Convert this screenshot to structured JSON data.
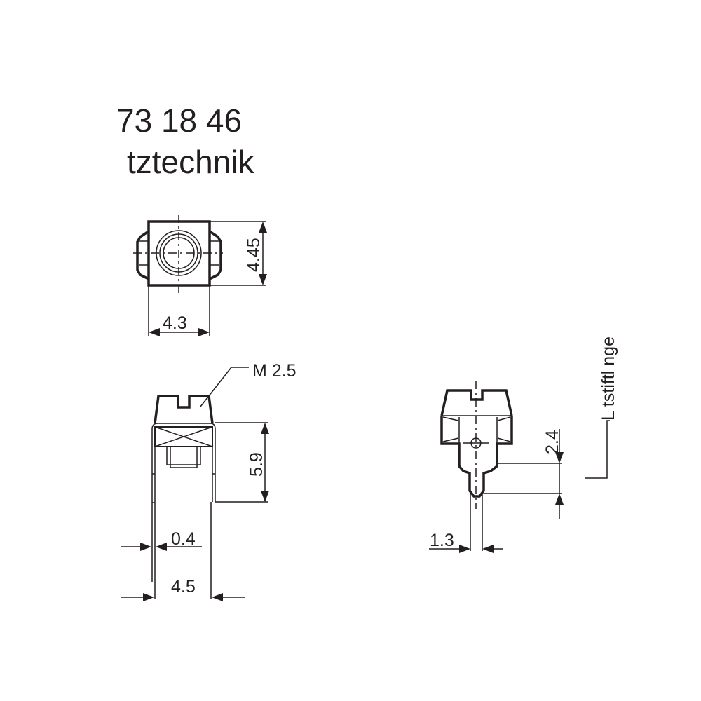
{
  "header": {
    "part_number": "73 18 46",
    "brand": "tztechnik"
  },
  "colors": {
    "line": "#231f20",
    "background": "#ffffff"
  },
  "views": {
    "top_view": {
      "dim_width": "4.3",
      "dim_height": "4.45"
    },
    "front_view": {
      "thread_label": "M 2.5",
      "dim_height": "5.9",
      "dim_wall": "0.4",
      "dim_width": "4.5"
    },
    "side_view": {
      "dim_pin_length": "2.4",
      "dim_pin_width": "1.3",
      "length_label": "L tstiftl nge"
    }
  }
}
